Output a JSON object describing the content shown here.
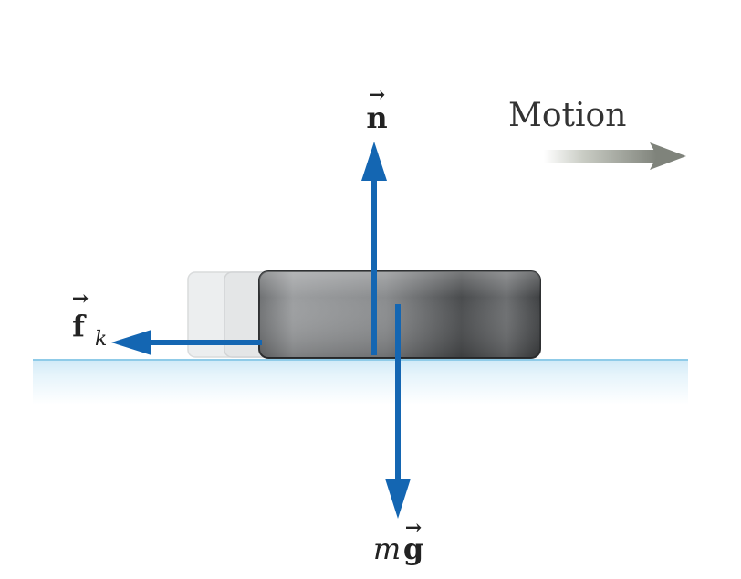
{
  "motion": {
    "label": "Motion"
  },
  "forces": {
    "normal": {
      "symbol": "n",
      "arrow": "→"
    },
    "gravity": {
      "symbol_italic": "m",
      "symbol": "g",
      "arrow": "→"
    },
    "friction": {
      "symbol": "f",
      "subscript": "k",
      "arrow": "→"
    }
  },
  "colors": {
    "force_arrow": "#1466b2",
    "motion_arrow": "#8a8e86",
    "surface_line": "#8fcbe8",
    "surface_fill": "#e9f5fb",
    "text": "#333333"
  }
}
